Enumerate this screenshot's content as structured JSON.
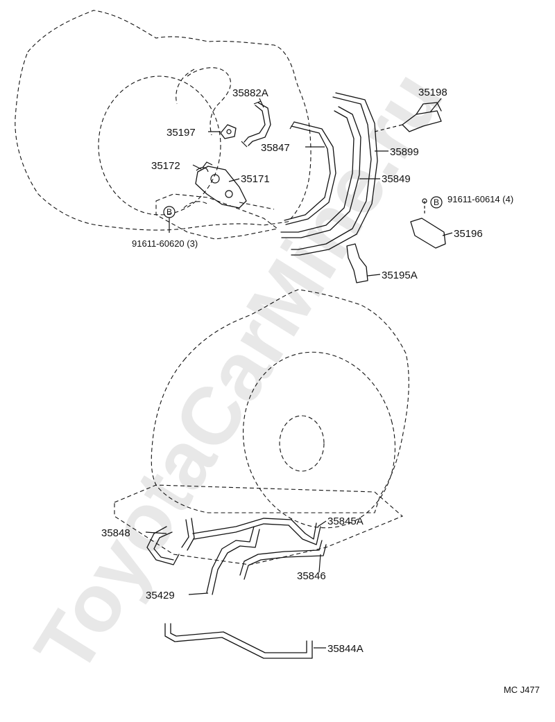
{
  "watermark": "ToyotaCarMine.ru",
  "diagram_code": "MC J477",
  "bolt_symbol": "B",
  "labels": {
    "p35882A": "35882A",
    "p35198": "35198",
    "p35197": "35197",
    "p35847": "35847",
    "p35899": "35899",
    "p35172": "35172",
    "p35171": "35171",
    "p35849": "35849",
    "p91611_60614": "91611-60614 (4)",
    "p91611_60620": "91611-60620 (3)",
    "p35196": "35196",
    "p35195A": "35195A",
    "p35848": "35848",
    "p35845A": "35845A",
    "p35846": "35846",
    "p35429": "35429",
    "p35844A": "35844A"
  }
}
